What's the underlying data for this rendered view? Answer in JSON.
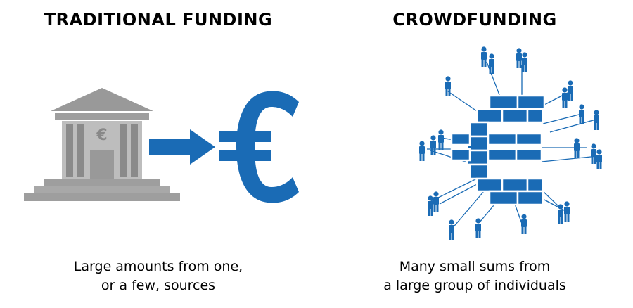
{
  "left": {
    "title": "TRADITIONAL FUNDING",
    "caption_line1": "Large amounts from one,",
    "caption_line2": "or a few, sources",
    "bank_symbol": "€",
    "currency_symbol": "€",
    "icons": [
      "bank-icon",
      "arrow-right-icon",
      "euro-icon"
    ]
  },
  "right": {
    "title": "CROWDFUNDING",
    "caption_line1": "Many small sums from",
    "caption_line2": "a large group of individuals",
    "icons": [
      "euro-bricks-icon",
      "person-icon"
    ]
  },
  "colors": {
    "accent_blue": "#1a6bb5",
    "bank_gray": "#999999",
    "text": "#000000"
  }
}
